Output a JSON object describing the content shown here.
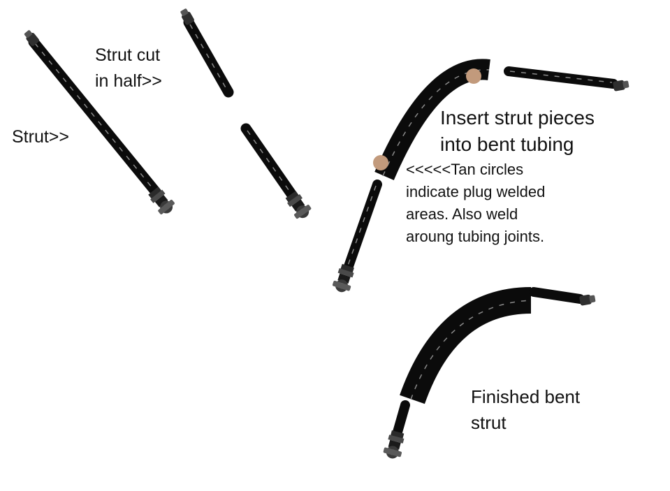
{
  "labels": {
    "strut": "Strut>>",
    "cut_line1": "Strut cut",
    "cut_line2": "in half>>",
    "insert_line1": "Insert strut pieces",
    "insert_line2": "into bent tubing",
    "tan_line1": "<<<<<Tan circles",
    "tan_line2": "indicate plug welded",
    "tan_line3": "areas. Also weld",
    "tan_line4": "aroung tubing joints.",
    "finished_line1": "Finished bent",
    "finished_line2": "strut"
  },
  "colors": {
    "tube": "#0b0b0b",
    "tube_highlight": "#8a8a8a",
    "weld_circle": "#c29a7c",
    "metal_end": "#3a3a3a",
    "background": "#ffffff",
    "text": "#111111"
  }
}
